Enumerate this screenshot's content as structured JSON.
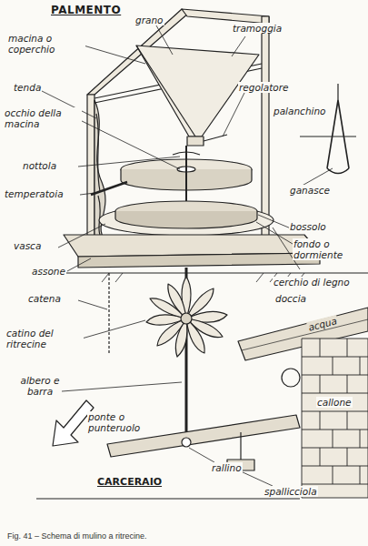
{
  "diagram": {
    "title": "PALMENTO",
    "caption": "Fig. 41 – Schema di mulino a ritrecine.",
    "labels": [
      "grano",
      "tramoggia",
      "macina o coperchio",
      "tenda",
      "regolatore",
      "occhio della macina",
      "palanchino",
      "nottola",
      "ganasce",
      "temperatoia",
      "bossolo",
      "fondo o dormiente",
      "vasca",
      "assone",
      "cerchio di legno",
      "catena",
      "doccia",
      "catino del ritrecine",
      "acqua",
      "albero e barra",
      "callone",
      "ponte o punteruolo",
      "rallino",
      "CARCERAIO",
      "spallicciola"
    ]
  }
}
